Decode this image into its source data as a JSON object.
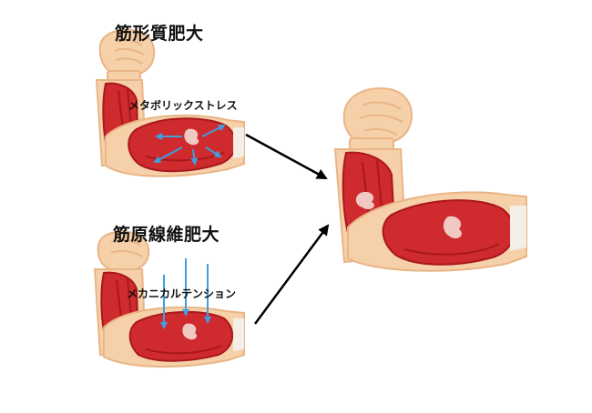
{
  "diagram": {
    "top_left": {
      "title": "筋形質肥大",
      "stimulus": "メタボリックストレス"
    },
    "bottom_left": {
      "title": "筋原線維肥大",
      "stimulus": "メカニカルテンション"
    }
  },
  "colors": {
    "skin": "#f6d0a8",
    "skin_outline": "#e9b587",
    "muscle": "#cf2a2e",
    "muscle_dark": "#a8181c",
    "muscle_highlight": "#f1c9c3",
    "tendon": "#f3eee8",
    "arrow_blue": "#3f9fe0",
    "arrow_black": "#000000"
  },
  "icons": [
    "flexed-arm-illustration",
    "bent-arm-illustration",
    "large-flexed-arm-illustration"
  ]
}
